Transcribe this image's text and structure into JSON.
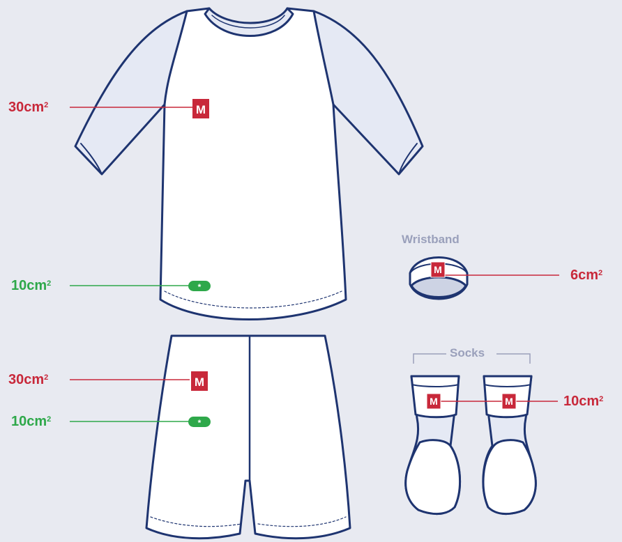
{
  "colors": {
    "background": "#e8eaf1",
    "outline": "#1e3470",
    "garment_fill": "#ffffff",
    "sleeve_fill": "#e5e9f4",
    "red": "#c8283a",
    "green": "#2ea84a",
    "caption": "#9aa0bb"
  },
  "items": {
    "shirt": {
      "main_value": "30cm",
      "main_sup": "2",
      "secondary_value": "10cm",
      "secondary_sup": "2"
    },
    "shorts": {
      "main_value": "30cm",
      "main_sup": "2",
      "secondary_value": "10cm",
      "secondary_sup": "2"
    },
    "wristband": {
      "title": "Wristband",
      "value": "6cm",
      "sup": "2"
    },
    "socks": {
      "title": "Socks",
      "value": "10cm",
      "sup": "2"
    }
  },
  "logo": {
    "manufacturer_letter": "M",
    "secondary_symbol": "*"
  }
}
